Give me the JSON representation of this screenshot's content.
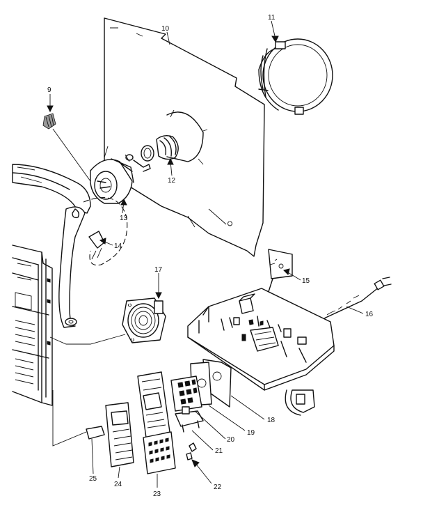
{
  "callouts": [
    {
      "id": "9",
      "text": "9"
    },
    {
      "id": "10",
      "text": "10"
    },
    {
      "id": "11",
      "text": "11"
    },
    {
      "id": "12",
      "text": "12"
    },
    {
      "id": "13",
      "text": "13"
    },
    {
      "id": "14",
      "text": "14"
    },
    {
      "id": "15",
      "text": "15"
    },
    {
      "id": "16",
      "text": "16"
    },
    {
      "id": "17",
      "text": "17"
    },
    {
      "id": "18",
      "text": "18"
    },
    {
      "id": "19",
      "text": "19"
    },
    {
      "id": "20",
      "text": "20"
    },
    {
      "id": "21",
      "text": "21"
    },
    {
      "id": "22",
      "text": "22"
    },
    {
      "id": "23",
      "text": "23"
    },
    {
      "id": "24",
      "text": "24"
    },
    {
      "id": "25",
      "text": "25"
    }
  ]
}
